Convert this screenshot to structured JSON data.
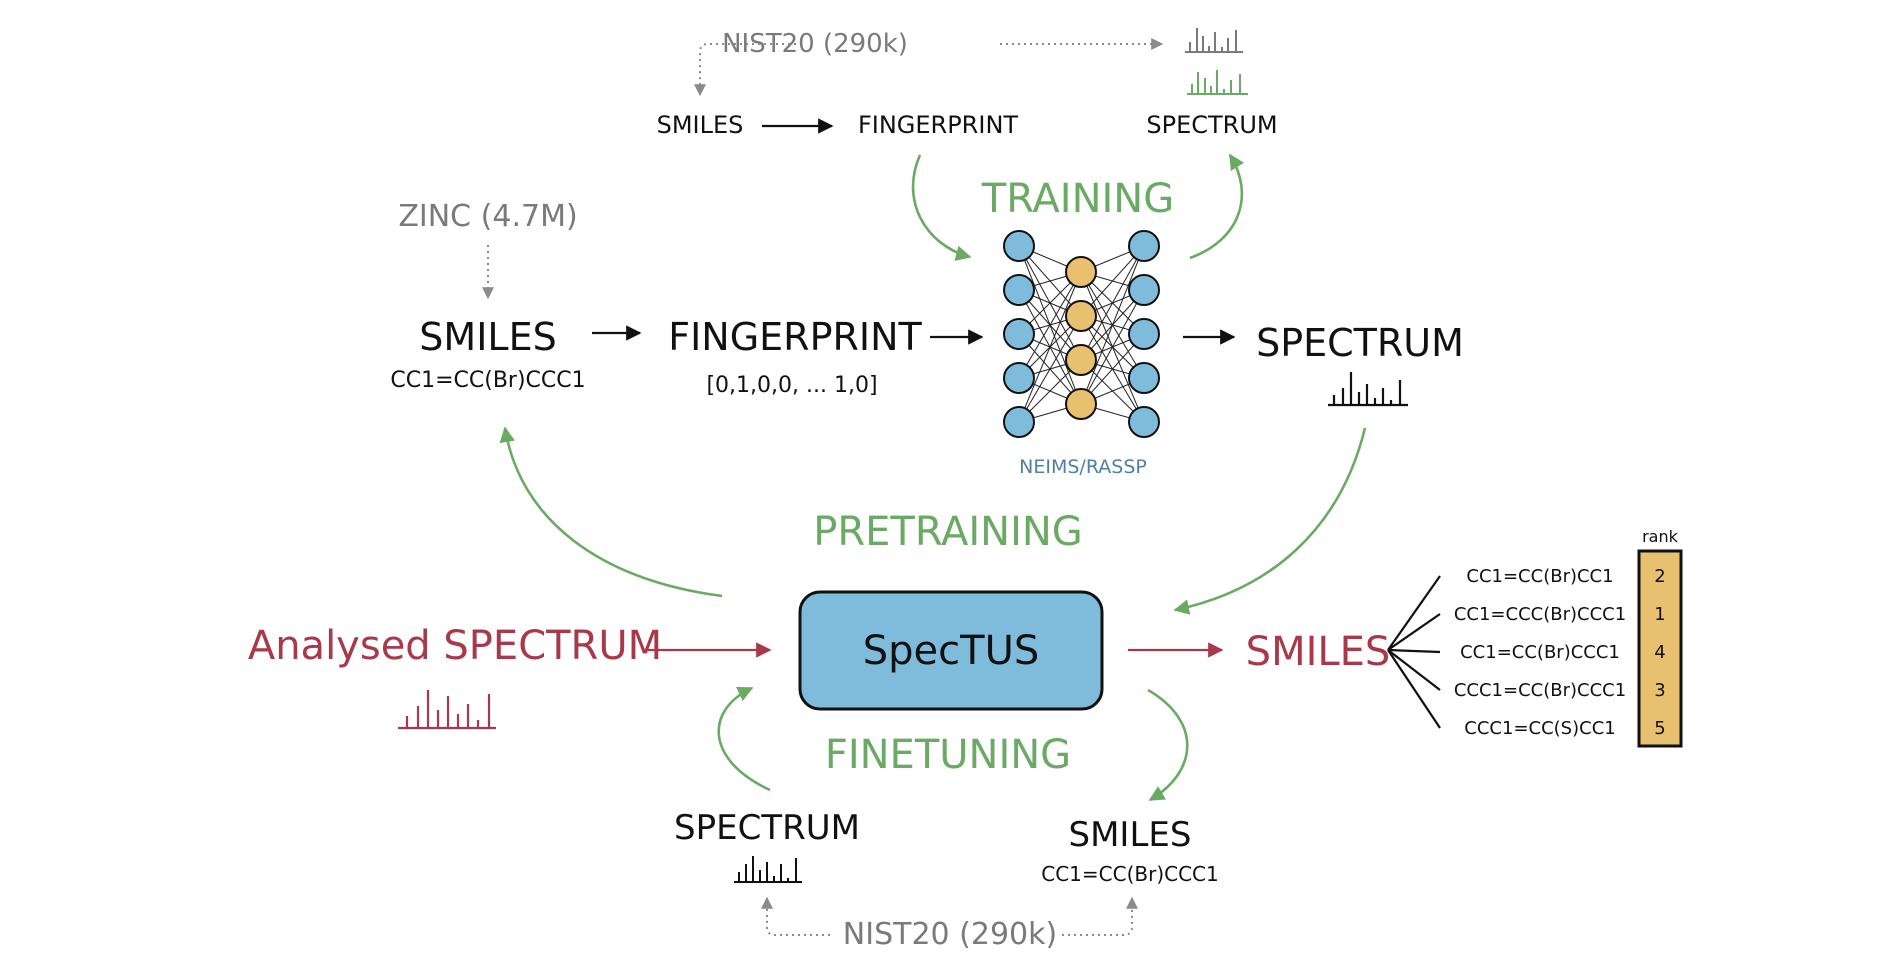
{
  "colors": {
    "black": "#111111",
    "gray": "#7a7a7a",
    "green": "#6aaa64",
    "red": "#a8394a",
    "blue_node": "#7fbcdc",
    "orange_node": "#e8c06f",
    "spectus_fill": "#7fbcdc",
    "rank_fill": "#e8c06f",
    "nn_label": "#4f7fa8"
  },
  "training": {
    "dataset": "NIST20 (290k)",
    "smiles": "SMILES",
    "fingerprint": "FINGERPRINT",
    "spectrum": "SPECTRUM",
    "label": "TRAINING"
  },
  "pretraining": {
    "dataset": "ZINC (4.7M)",
    "smiles": "SMILES",
    "smiles_example": "CC1=CC(Br)CCC1",
    "fingerprint": "FINGERPRINT",
    "fingerprint_example": "[0,1,0,0, ... 1,0]",
    "spectrum": "SPECTRUM",
    "model_label": "NEIMS/RASSP",
    "label": "PRETRAINING"
  },
  "main": {
    "input": "Analysed SPECTRUM",
    "model": "SpecTUS",
    "output": "SMILES"
  },
  "finetuning": {
    "label": "FINETUNING",
    "spectrum": "SPECTRUM",
    "smiles": "SMILES",
    "smiles_example": "CC1=CC(Br)CCC1",
    "dataset": "NIST20 (290k)"
  },
  "candidates": {
    "rank_header": "rank",
    "items": [
      {
        "smiles": "CC1=CC(Br)CC1",
        "rank": "2"
      },
      {
        "smiles": "CC1=CCC(Br)CCC1",
        "rank": "1"
      },
      {
        "smiles": "CC1=CC(Br)CCC1",
        "rank": "4"
      },
      {
        "smiles": "CCC1=CC(Br)CCC1",
        "rank": "3"
      },
      {
        "smiles": "CCC1=CC(S)CC1",
        "rank": "5"
      }
    ]
  }
}
